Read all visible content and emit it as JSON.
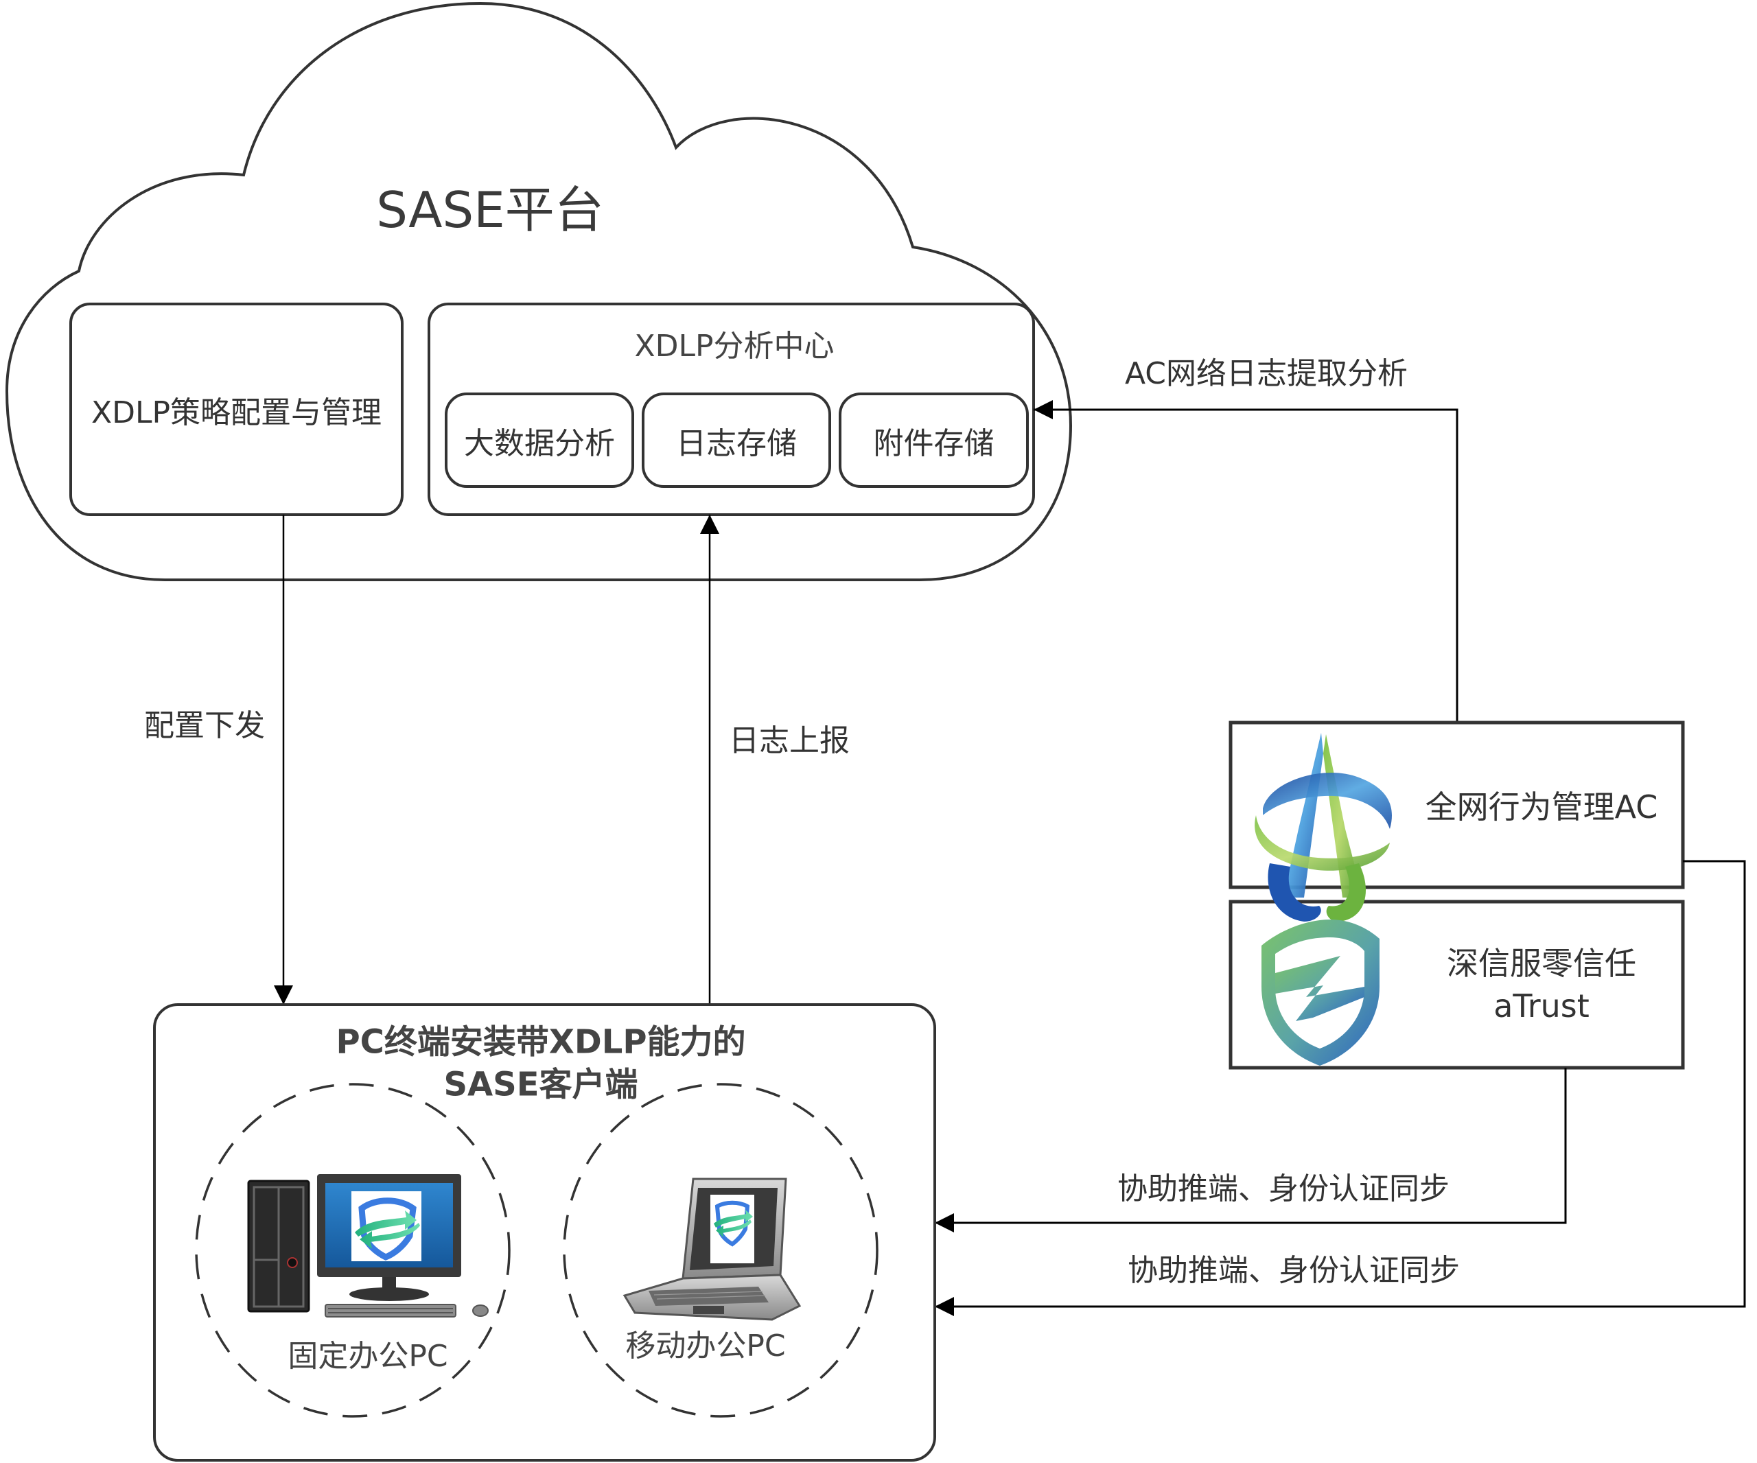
{
  "cloud": {
    "title": "SASE平台"
  },
  "policy_box": {
    "label": "XDLP策略配置与管理"
  },
  "analysis_center": {
    "title": "XDLP分析中心",
    "modules": [
      {
        "label": "大数据分析"
      },
      {
        "label": "日志存储"
      },
      {
        "label": "附件存储"
      }
    ]
  },
  "connectors": {
    "config_push": "配置下发",
    "log_report": "日志上报",
    "ac_log_analysis": "AC网络日志提取分析",
    "atrust_sync": "协助推端、身份认证同步",
    "ac_sync": "协助推端、身份认证同步"
  },
  "products": {
    "ac": {
      "label": "全网行为管理AC",
      "icon": "ac-logo-icon"
    },
    "atrust": {
      "line1": "深信服零信任",
      "line2": "aTrust",
      "icon": "atrust-shield-icon"
    }
  },
  "client_box": {
    "title_line1": "PC终端安装带XDLP能力的",
    "title_line2": "SASE客户端",
    "devices": [
      {
        "label": "固定办公PC",
        "icon": "desktop-pc-icon"
      },
      {
        "label": "移动办公PC",
        "icon": "laptop-icon"
      }
    ]
  },
  "colors": {
    "stroke": "#333333",
    "text": "#333333",
    "ac_blue": "#1f4fa8",
    "ac_green": "#6cb33f",
    "shield_green": "#6fb86a",
    "shield_blue": "#2f6fc0",
    "screen_blue": "#1e6fb5"
  }
}
